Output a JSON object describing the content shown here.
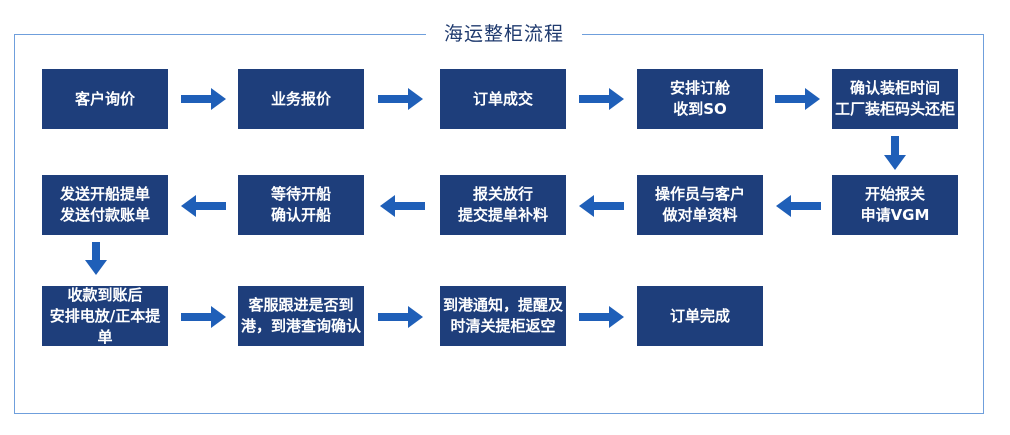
{
  "diagram": {
    "title": "海运整柜流程",
    "steps": [
      {
        "id": "s1",
        "label": "客户询价"
      },
      {
        "id": "s2",
        "label": "业务报价"
      },
      {
        "id": "s3",
        "label": "订单成交"
      },
      {
        "id": "s4",
        "label": "安排订舱\n收到SO"
      },
      {
        "id": "s5",
        "label": "确认装柜时间\n工厂装柜码头还柜"
      },
      {
        "id": "s6",
        "label": "开始报关\n申请VGM"
      },
      {
        "id": "s7",
        "label": "操作员与客户\n做对单资料"
      },
      {
        "id": "s8",
        "label": "报关放行\n提交提单补料"
      },
      {
        "id": "s9",
        "label": "等待开船\n确认开船"
      },
      {
        "id": "s10",
        "label": "发送开船提单\n发送付款账单"
      },
      {
        "id": "s11",
        "label": "收款到账后\n安排电放/正本提单"
      },
      {
        "id": "s12",
        "label": "客服跟进是否到\n港，到港查询确认"
      },
      {
        "id": "s13",
        "label": "到港通知，提醒及\n时清关提柜返空"
      },
      {
        "id": "s14",
        "label": "订单完成"
      }
    ],
    "connections": [
      [
        "s1",
        "s2"
      ],
      [
        "s2",
        "s3"
      ],
      [
        "s3",
        "s4"
      ],
      [
        "s4",
        "s5"
      ],
      [
        "s5",
        "s6"
      ],
      [
        "s6",
        "s7"
      ],
      [
        "s7",
        "s8"
      ],
      [
        "s8",
        "s9"
      ],
      [
        "s9",
        "s10"
      ],
      [
        "s10",
        "s11"
      ],
      [
        "s11",
        "s12"
      ],
      [
        "s12",
        "s13"
      ],
      [
        "s13",
        "s14"
      ]
    ],
    "colors": {
      "box": "#1e3e7b",
      "arrow": "#1f5fb8",
      "frame": "#6f9fdc",
      "title": "#1f3a6e"
    }
  }
}
